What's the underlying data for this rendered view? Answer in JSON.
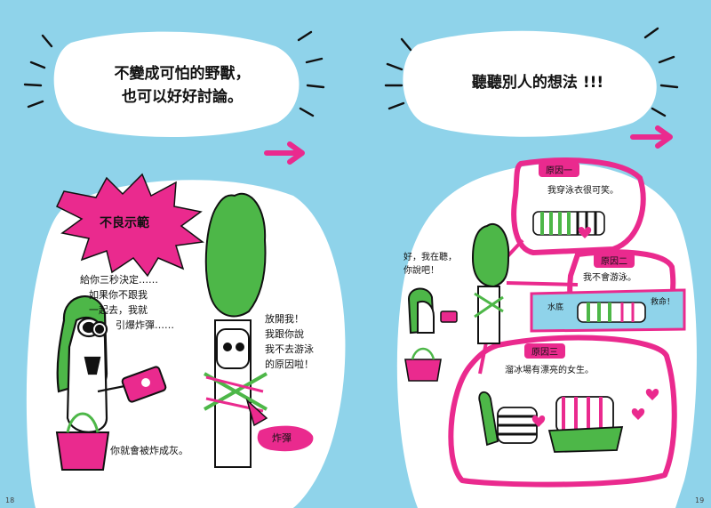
{
  "left": {
    "heading_line1": "不變成可怕的野獸，",
    "heading_line2": "也可以好好討論。",
    "badge": "不良示範",
    "monster_speech": [
      "給你三秒決定……",
      "如果你不跟我",
      "一起去，我就",
      "引爆炸彈……"
    ],
    "boy_speech": [
      "放開我！",
      "我跟你說",
      "我不去游泳",
      "的原因啦！"
    ],
    "bomb_label": "炸彈",
    "bottom_caption": "你就會被炸成灰。",
    "page_number": "18"
  },
  "right": {
    "heading": "聽聽別人的想法 !!!",
    "monster_speech": [
      "好，我在聽，",
      "你說吧！"
    ],
    "reason1_title": "原因一",
    "reason1_text": "我穿泳衣很可笑。",
    "reason2_title": "原因二",
    "reason2_text": "我不會游泳。",
    "water_label": "水底",
    "help_label": "救命！",
    "reason3_title": "原因三",
    "reason3_text": "溜冰場有漂亮的女生。",
    "page_number": "19"
  },
  "colors": {
    "background": "#8fd3ea",
    "magenta": "#ea2a8e",
    "green": "#4db748",
    "ink": "#111111"
  }
}
